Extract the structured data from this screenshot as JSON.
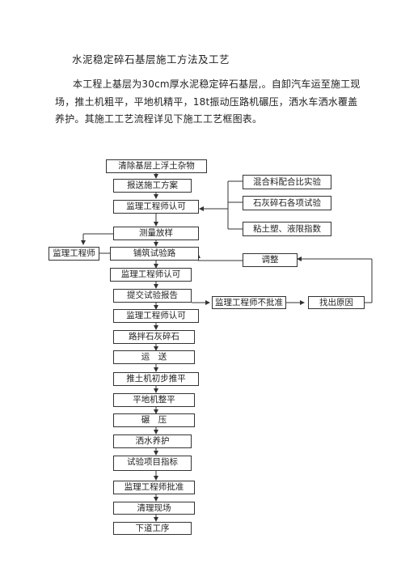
{
  "doc": {
    "title": "水泥稳定碎石基层施工方法及工艺",
    "paragraph": "本工程上基层为30cm厚水泥稳定碎石基层,。自卸汽车运至施工现场，推土机粗平，平地机精平，18t振动压路机碾压，洒水车洒水覆盖养护。其施工工艺流程详见下施工工艺框图表。"
  },
  "flowchart": {
    "main": [
      "清除基层上浮土杂物",
      "报送施工方案",
      "监理工程师认可",
      "测量放样",
      "铺筑试验路",
      "监理工程师认可",
      "提交试验报告",
      "监理工程师认可",
      "路拌石灰碎石",
      "运　送",
      "推土机初步推平",
      "平地机整平",
      "碾　压",
      "洒水养护",
      "试验项目指标",
      "监理工程师批准",
      "清理现场",
      "下道工序"
    ],
    "tests": [
      "混合料配合比实验",
      "石灰碎石各项试验",
      "粘土塑、液限指数"
    ],
    "supervisor_left": "监理工程师",
    "adjust": "调整",
    "not_approved": "监理工程师不批准",
    "find_cause": "找出原因"
  }
}
